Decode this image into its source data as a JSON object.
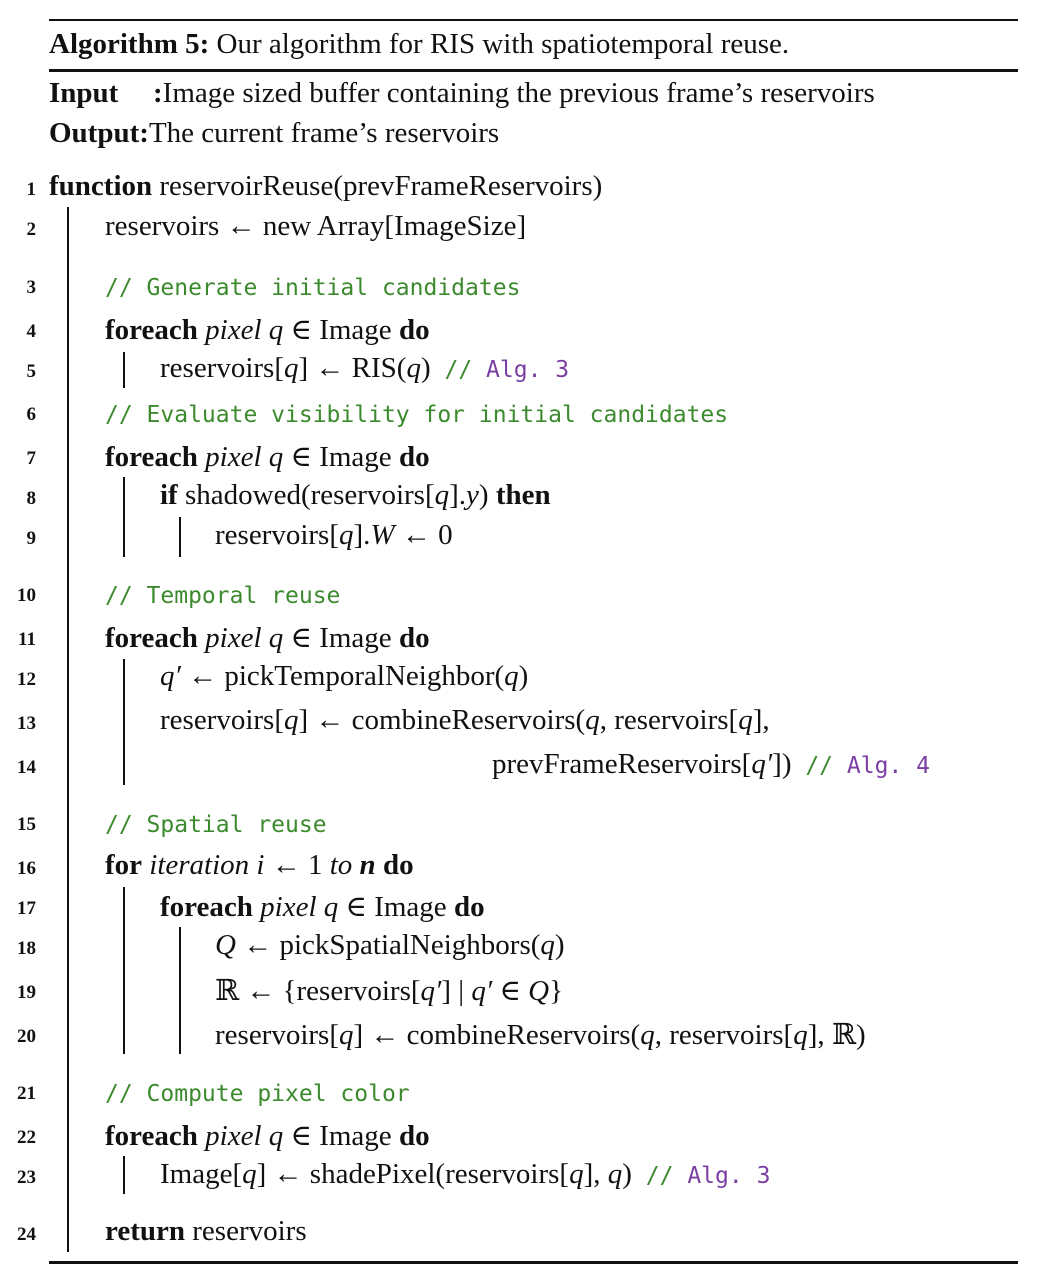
{
  "caption": {
    "label": "Algorithm 5:",
    "text": "Our algorithm for RIS with spatiotemporal reuse."
  },
  "io": {
    "input_label": "Input",
    "input_sep": ":",
    "input_text": "Image sized buffer containing the previous frame’s reservoirs",
    "output_label": "Output",
    "output_sep": ":",
    "output_text": "The current frame’s reservoirs"
  },
  "lines": [
    {
      "n": "1"
    },
    {
      "n": "2"
    },
    {
      "n": "3"
    },
    {
      "n": "4"
    },
    {
      "n": "5"
    },
    {
      "n": "6"
    },
    {
      "n": "7"
    },
    {
      "n": "8"
    },
    {
      "n": "9"
    },
    {
      "n": "10"
    },
    {
      "n": "11"
    },
    {
      "n": "12"
    },
    {
      "n": "13"
    },
    {
      "n": "14"
    },
    {
      "n": "15"
    },
    {
      "n": "16"
    },
    {
      "n": "17"
    },
    {
      "n": "18"
    },
    {
      "n": "19"
    },
    {
      "n": "20"
    },
    {
      "n": "21"
    },
    {
      "n": "22"
    },
    {
      "n": "23"
    },
    {
      "n": "24"
    }
  ],
  "code": {
    "l1_kw": "function",
    "l1_text": " reservoirReuse(prevFrameReservoirs)",
    "l2_text": "reservoirs ← new Array[ImageSize]",
    "l3_comment": "// Generate initial candidates",
    "foreach": "foreach",
    "pixel": "pixel",
    "q": "q",
    "in_image": " ∈ Image ",
    "do": "do",
    "l5_a": "reservoirs[",
    "l5_b": "] ← RIS(",
    "l5_c": ")",
    "comment_slashes": " // ",
    "alg3": "Alg. 3",
    "alg4": "Alg. 4",
    "l6_comment": "// Evaluate visibility for initial candidates",
    "l8_if": "if",
    "l8_a": " shadowed(reservoirs[",
    "l8_b": "].",
    "l8_y": "y",
    "l8_c": ") ",
    "l8_then": "then",
    "l9_a": "reservoirs[",
    "l9_b": "].",
    "l9_W": "W",
    "l9_c": " ← 0",
    "l10_comment": "// Temporal reuse",
    "qprime": "q′",
    "l12_a": " ← pickTemporalNeighbor(",
    "l12_b": ")",
    "l13_a": "reservoirs[",
    "l13_b": "] ← combineReservoirs(",
    "l13_c": ", reservoirs[",
    "l13_d": "],",
    "l14_a": "prevFrameReservoirs[",
    "l14_b": "])",
    "l15_comment": "// Spatial reuse",
    "l16_for": "for",
    "l16_iteration": " iteration i",
    "l16_arrow": " ← 1 ",
    "l16_to": "to",
    "l16_n": " n",
    "l18_Q": "Q",
    "l18_a": " ← pickSpatialNeighbors(",
    "l18_b": ")",
    "l19_R": "ℝ",
    "l19_a": " ← {reservoirs[",
    "l19_b": "] | ",
    "l19_c": " ∈ ",
    "l19_d": "}",
    "l20_a": "reservoirs[",
    "l20_b": "] ← combineReservoirs(",
    "l20_c": ", reservoirs[",
    "l20_d": "], ℝ)",
    "l21_comment": "// Compute pixel color",
    "l23_a": "Image[",
    "l23_b": "] ← shadePixel(reservoirs[",
    "l23_c": "], ",
    "l23_d": ")",
    "l24_kw": "return",
    "l24_text": " reservoirs"
  },
  "colors": {
    "comment": "#3c8a2e",
    "reference": "#7b3ea3",
    "rule": "#111111"
  }
}
